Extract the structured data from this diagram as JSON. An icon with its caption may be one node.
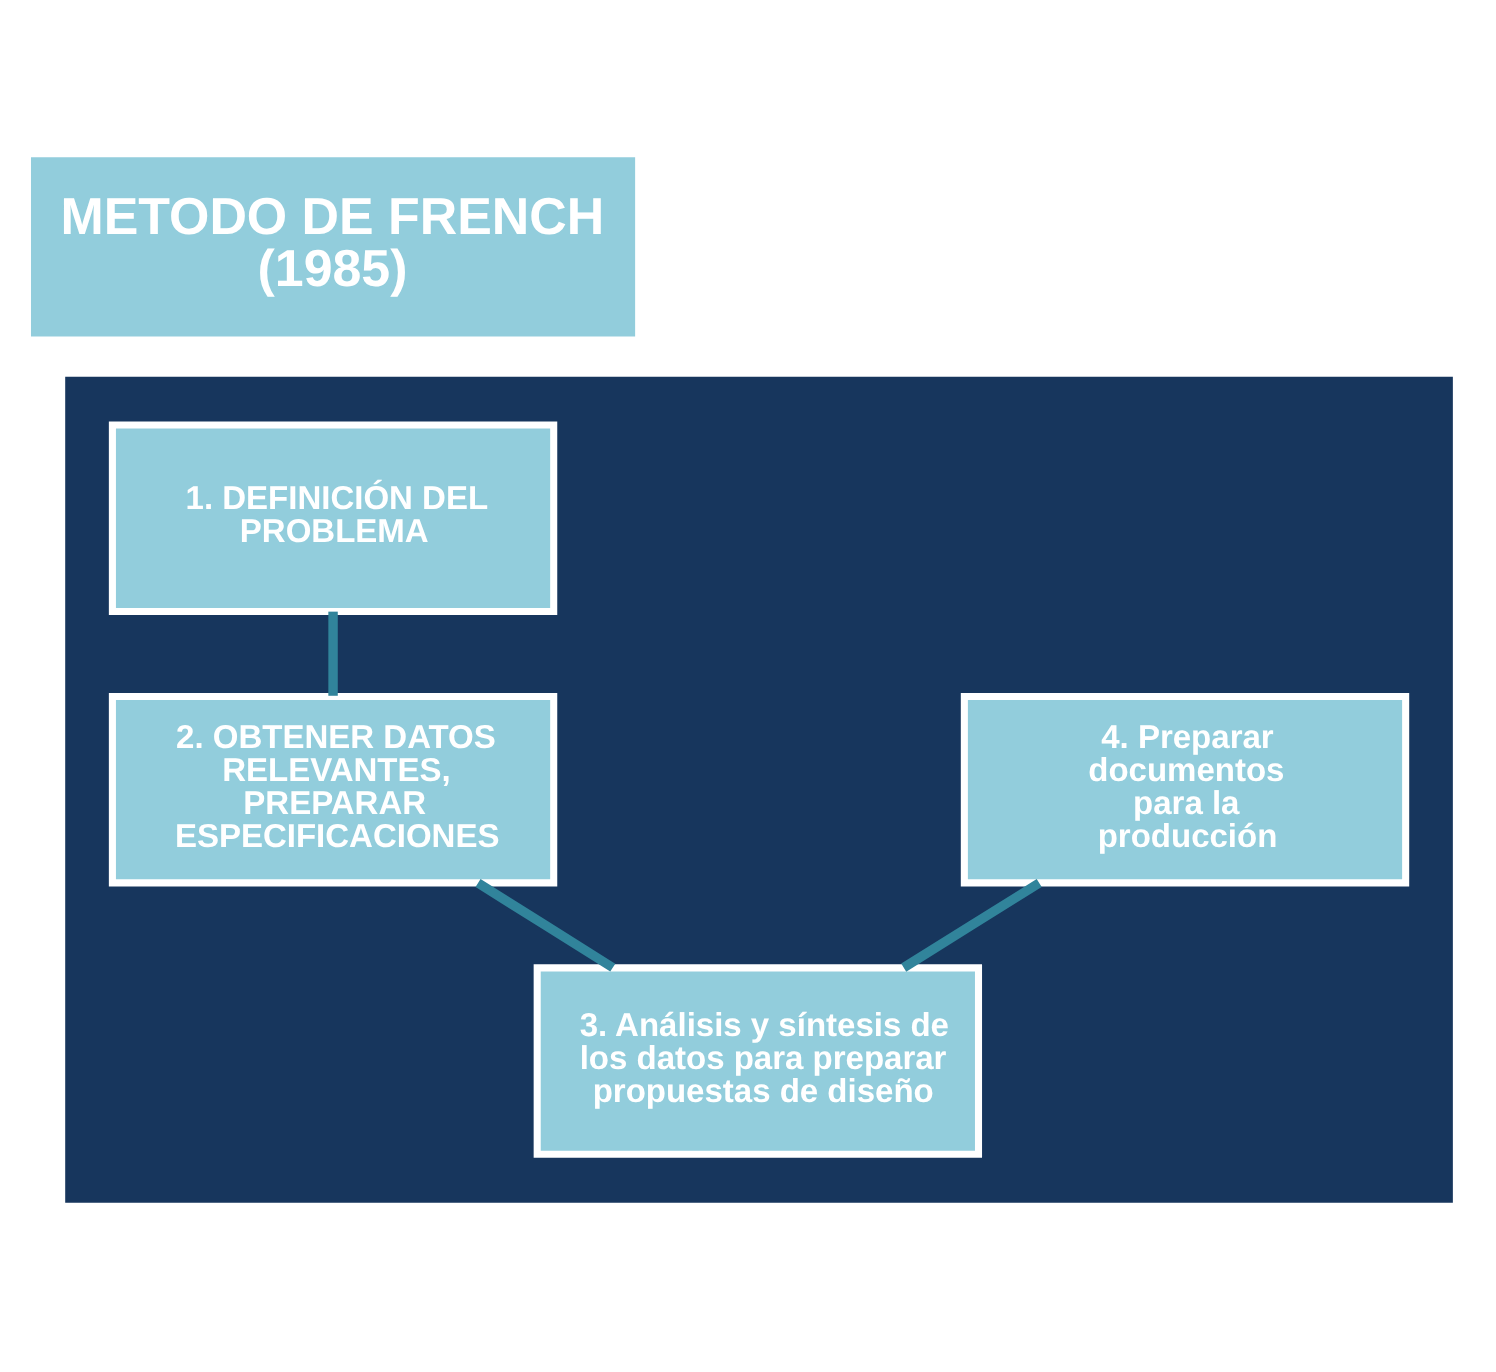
{
  "diagram": {
    "nodes": [
      {
        "text": [
          "METODO DE FRENCH (1985)"
        ]
      },
      {
        "text": [],
        "shape": "box"
      },
      {
        "text": [
          "1. DEFINICIÓN DEL PROBLEMA"
        ],
        "in": 1
      },
      {
        "text": [
          "2. OBTENER DATOS RELEVANTES, PREPARAR ESPECIFICACIONES"
        ],
        "in": 1
      },
      {
        "text": [
          "3. Análisis y síntesis de los datos para preparar propuestas de diseño"
        ],
        "in": 1
      },
      {
        "text": [
          "4. Preparar documentos para la producción"
        ],
        "in": 1
      }
    ],
    "edges": [
      {
        "from": 2,
        "to": 3,
        "arrow": "none"
      },
      {
        "from": 3,
        "to": 4,
        "arrow": "none"
      },
      {
        "from": 4,
        "to": 5,
        "arrow": "none"
      }
    ]
  }
}
